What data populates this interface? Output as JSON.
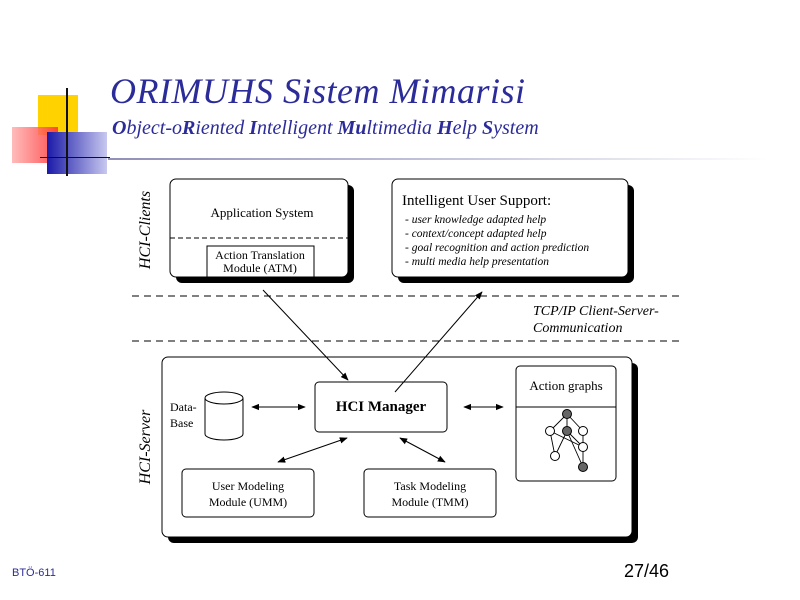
{
  "slide": {
    "title": "ORIMUHS Sistem Mimarisi",
    "subtitle_parts": [
      {
        "text": "O",
        "bold": true
      },
      {
        "text": "bject-o",
        "bold": false
      },
      {
        "text": "R",
        "bold": true
      },
      {
        "text": "iented ",
        "bold": false
      },
      {
        "text": "I",
        "bold": true
      },
      {
        "text": "ntelligent ",
        "bold": false
      },
      {
        "text": "Mu",
        "bold": true
      },
      {
        "text": "ltimedia ",
        "bold": false
      },
      {
        "text": "H",
        "bold": true
      },
      {
        "text": "elp ",
        "bold": false
      },
      {
        "text": "S",
        "bold": true
      },
      {
        "text": "ystem",
        "bold": false
      }
    ],
    "footer_left": "BTÖ-611",
    "page_number": "27/46"
  },
  "diagram": {
    "clients_label": "HCI-Clients",
    "server_label": "HCI-Server",
    "application_system": "Application System",
    "atm_line1": "Action Translation",
    "atm_line2": "Module (ATM)",
    "user_support_title": "Intelligent User Support:",
    "user_support_items": [
      "- user knowledge adapted help",
      "- context/concept adapted help",
      "- goal recognition and action prediction",
      "- multi media help presentation"
    ],
    "network_line1": "TCP/IP Client-Server-",
    "network_line2": "Communication",
    "database_line1": "Data-",
    "database_line2": "Base",
    "hci_manager": "HCI Manager",
    "action_graphs": "Action graphs",
    "umm_line1": "User Modeling",
    "umm_line2": "Module (UMM)",
    "tmm_line1": "Task Modeling",
    "tmm_line2": "Module (TMM)",
    "colors": {
      "title": "#2b2b9a",
      "filled_node": "#666666"
    },
    "graph_nodes": [
      {
        "id": "n1",
        "filled": false
      },
      {
        "id": "n2",
        "filled": true
      },
      {
        "id": "n3",
        "filled": false
      },
      {
        "id": "n4",
        "filled": false
      },
      {
        "id": "n5",
        "filled": true
      },
      {
        "id": "n6",
        "filled": false
      },
      {
        "id": "n7",
        "filled": true
      }
    ]
  }
}
